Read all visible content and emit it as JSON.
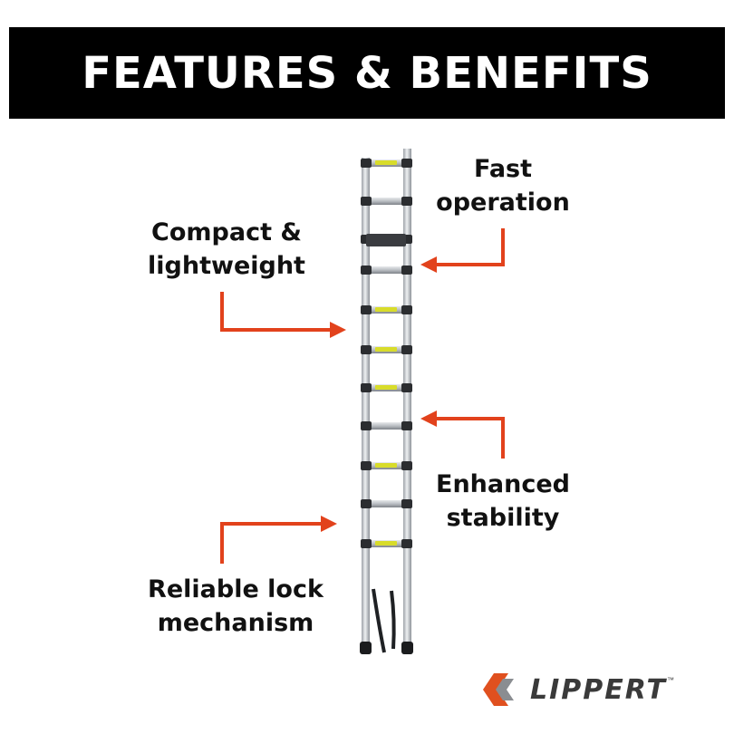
{
  "banner": {
    "title": "FEATURES & BENEFITS"
  },
  "callouts": {
    "fast_operation": [
      "Fast",
      "operation"
    ],
    "compact_lightweight": [
      "Compact &",
      "lightweight"
    ],
    "enhanced_stability": [
      "Enhanced",
      "stability"
    ],
    "reliable_lock": [
      "Reliable lock",
      "mechanism"
    ]
  },
  "logo": {
    "text": "LIPPERT",
    "trademark": "™"
  },
  "colors": {
    "banner_bg": "#000000",
    "banner_text": "#ffffff",
    "arrow": "#e2421c",
    "ladder_metal": "#c9ccd0",
    "rung_band": "#d8dc2a",
    "logo_orange": "#e0501f",
    "logo_gray": "#3a3a3a"
  },
  "icons": [
    "ladder-illustration",
    "arrow-icon",
    "lippert-logo-mark"
  ]
}
